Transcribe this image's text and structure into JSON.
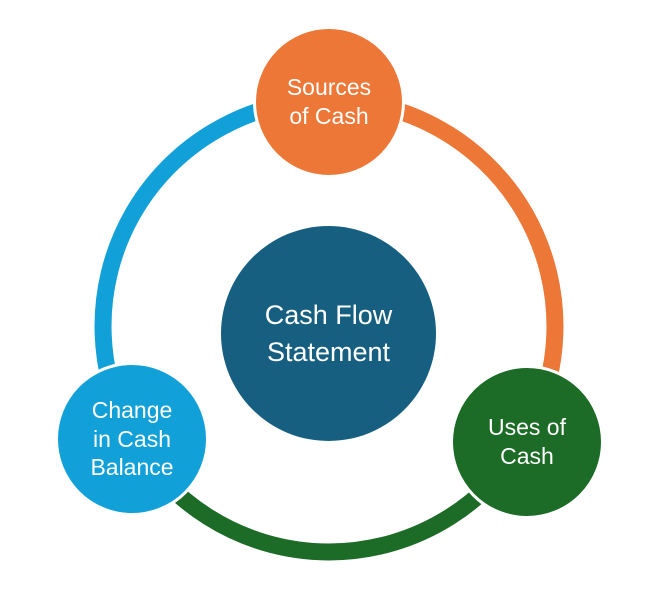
{
  "colors": {
    "sources": "#ED7737",
    "uses": "#1C6B26",
    "change": "#12A0D8",
    "center": "#175F80",
    "text": "#FFFFFF"
  },
  "center": {
    "label": "Cash Flow\nStatement"
  },
  "nodes": {
    "sources": {
      "label": "Sources\nof Cash"
    },
    "uses": {
      "label": "Uses of\nCash"
    },
    "change": {
      "label": "Change\nin Cash\nBalance"
    }
  }
}
